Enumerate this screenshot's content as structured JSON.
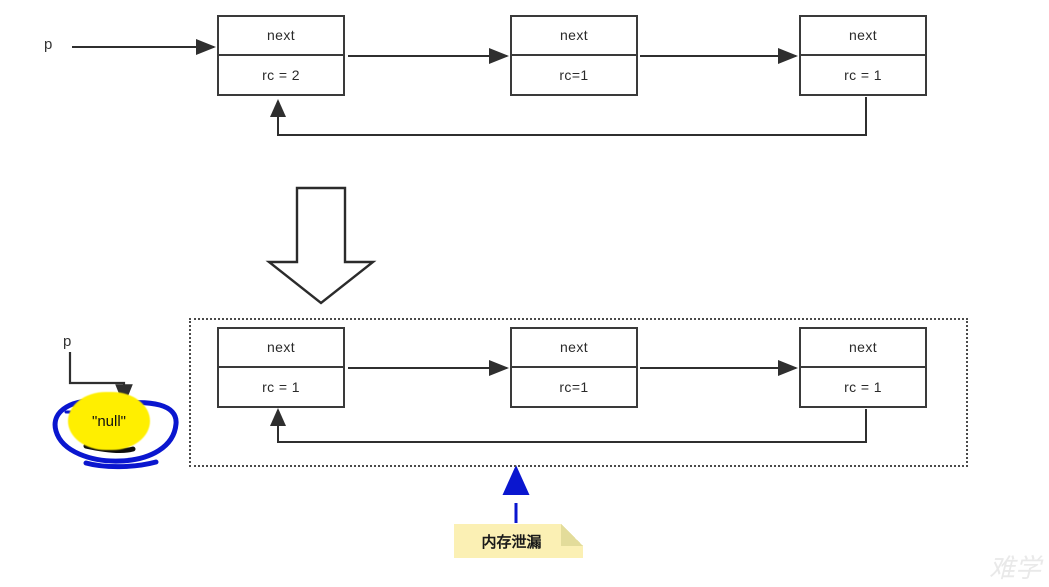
{
  "diagram": {
    "title_watermark": "难学",
    "top_row": {
      "pointer_label": "p",
      "nodes": [
        {
          "next_label": "next",
          "rc_label": "rc = 2"
        },
        {
          "next_label": "next",
          "rc_label": "rc=1"
        },
        {
          "next_label": "next",
          "rc_label": "rc = 1"
        }
      ]
    },
    "transition_arrow": "down-arrow",
    "bottom_row": {
      "pointer_label": "p",
      "null_label": "\"null\"",
      "annotation_mark": "+",
      "nodes": [
        {
          "next_label": "next",
          "rc_label": "rc = 1"
        },
        {
          "next_label": "next",
          "rc_label": "rc=1"
        },
        {
          "next_label": "next",
          "rc_label": "rc = 1"
        }
      ]
    },
    "callout": {
      "text": "内存泄漏",
      "arrow_color": "#1414d2"
    },
    "colors": {
      "stroke": "#3a3a3a",
      "highlight_yellow": "#ffef00",
      "ink_blue": "#0a16cf",
      "sticky_yellow": "#fbf0b4",
      "dotted_region": "#4a4a4a"
    }
  }
}
